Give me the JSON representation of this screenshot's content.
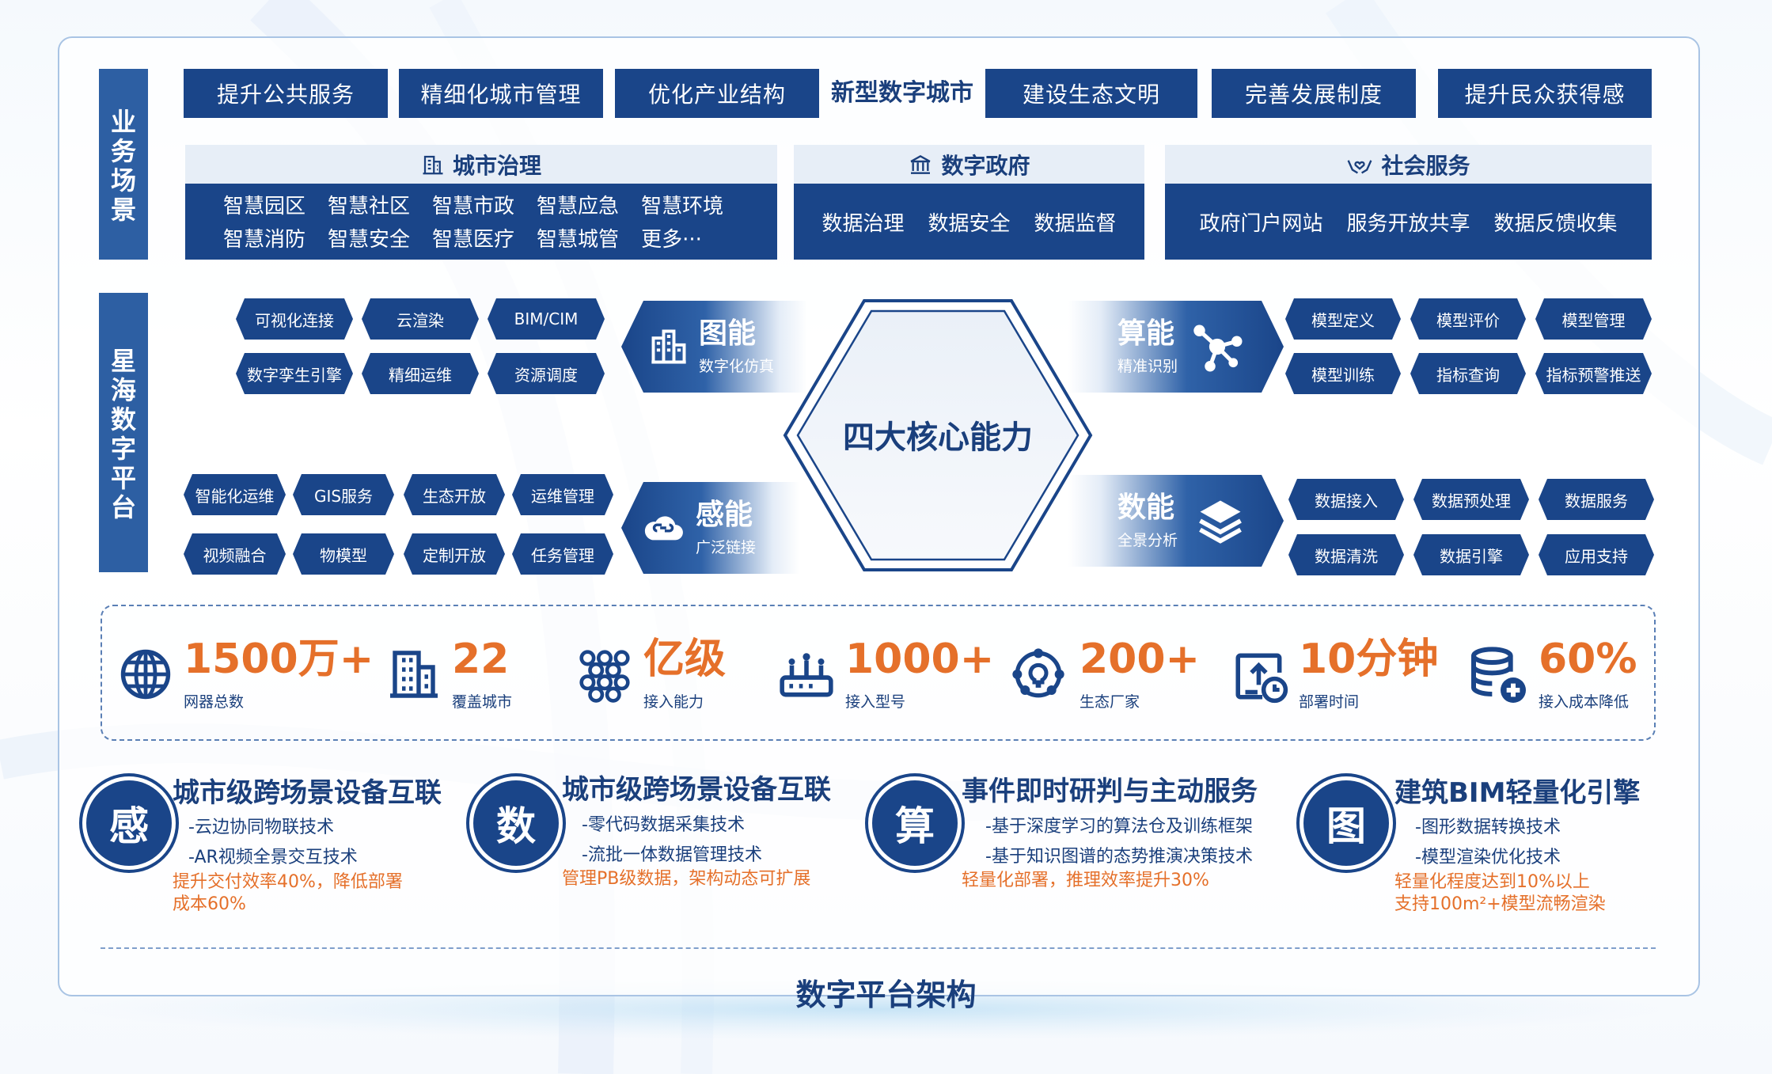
{
  "side_labels": {
    "business": "业务场景",
    "platform": "星海数字平台"
  },
  "top_row": {
    "center_title": "新型数字城市",
    "left_buttons": [
      "提升公共服务",
      "精细化城市管理",
      "优化产业结构"
    ],
    "right_buttons": [
      "建设生态文明",
      "完善发展制度",
      "提升民众获得感"
    ]
  },
  "categories": [
    {
      "title": "城市治理",
      "icon": "building-icon",
      "rows": [
        [
          "智慧园区",
          "智慧社区",
          "智慧市政",
          "智慧应急",
          "智慧环境"
        ],
        [
          "智慧消防",
          "智慧安全",
          "智慧医疗",
          "智慧城管",
          "更多···"
        ]
      ]
    },
    {
      "title": "数字政府",
      "icon": "government-icon",
      "rows": [
        [
          "数据治理",
          "数据安全",
          "数据监督"
        ]
      ]
    },
    {
      "title": "社会服务",
      "icon": "hands-heart-icon",
      "rows": [
        [
          "政府门户网站",
          "服务开放共享",
          "数据反馈收集"
        ]
      ]
    }
  ],
  "core": {
    "title": "四大核心能力"
  },
  "capabilities": {
    "tuneng": {
      "title": "图能",
      "subtitle": "数字化仿真",
      "icon": "city-icon",
      "items": [
        "可视化连接",
        "云渲染",
        "BIM/CIM",
        "数字孪生引擎",
        "精细运维",
        "资源调度"
      ]
    },
    "ganneng": {
      "title": "感能",
      "subtitle": "广泛链接",
      "icon": "cloud-link-icon",
      "items": [
        "智能化运维",
        "GIS服务",
        "生态开放",
        "运维管理",
        "视频融合",
        "物模型",
        "定制开放",
        "任务管理"
      ]
    },
    "suanneng": {
      "title": "算能",
      "subtitle": "精准识别",
      "icon": "network-nodes-icon",
      "items": [
        "模型定义",
        "模型评价",
        "模型管理",
        "模型训练",
        "指标查询",
        "指标预警推送"
      ]
    },
    "shuneng": {
      "title": "数能",
      "subtitle": "全景分析",
      "icon": "layers-icon",
      "items": [
        "数据接入",
        "数据预处理",
        "数据服务",
        "数据清洗",
        "数据引擎",
        "应用支持"
      ]
    }
  },
  "stats": [
    {
      "value": "1500万+",
      "label": "网器总数",
      "icon": "globe-icon"
    },
    {
      "value": "22",
      "label": "覆盖城市",
      "icon": "buildings-icon"
    },
    {
      "value": "亿级",
      "label": "接入能力",
      "icon": "grid-circles-icon"
    },
    {
      "value": "1000+",
      "label": "接入型号",
      "icon": "router-icon"
    },
    {
      "value": "200+",
      "label": "生态厂家",
      "icon": "bulb-network-icon"
    },
    {
      "value": "10分钟",
      "label": "部署时间",
      "icon": "upload-clock-icon"
    },
    {
      "value": "60%",
      "label": "接入成本降低",
      "icon": "database-plus-icon"
    }
  ],
  "features": [
    {
      "char": "感",
      "title": "城市级跨场景设备互联",
      "techs": [
        "-云边协同物联技术",
        "-AR视频全景交互技术"
      ],
      "highlight": [
        "提升交付效率40%，降低部署",
        "成本60%"
      ]
    },
    {
      "char": "数",
      "title": "城市级跨场景设备互联",
      "techs": [
        "-零代码数据采集技术",
        "-流批一体数据管理技术"
      ],
      "highlight": [
        "管理PB级数据，架构动态可扩展"
      ]
    },
    {
      "char": "算",
      "title": "事件即时研判与主动服务",
      "techs": [
        "-基于深度学习的算法仓及训练框架",
        "-基于知识图谱的态势推演决策技术"
      ],
      "highlight": [
        "轻量化部署，推理效率提升30%"
      ]
    },
    {
      "char": "图",
      "title": "建筑BIM轻量化引擎",
      "techs": [
        "-图形数据转换技术",
        "-模型渲染优化技术"
      ],
      "highlight": [
        "轻量化程度达到10%以上",
        "支持100m²+模型流畅渲染"
      ]
    }
  ],
  "footer": {
    "title": "数字平台架构"
  },
  "colors": {
    "navy": "#1a4589",
    "accent": "#e5702a",
    "light": "#e7eef7",
    "border": "#a9c4e4"
  }
}
